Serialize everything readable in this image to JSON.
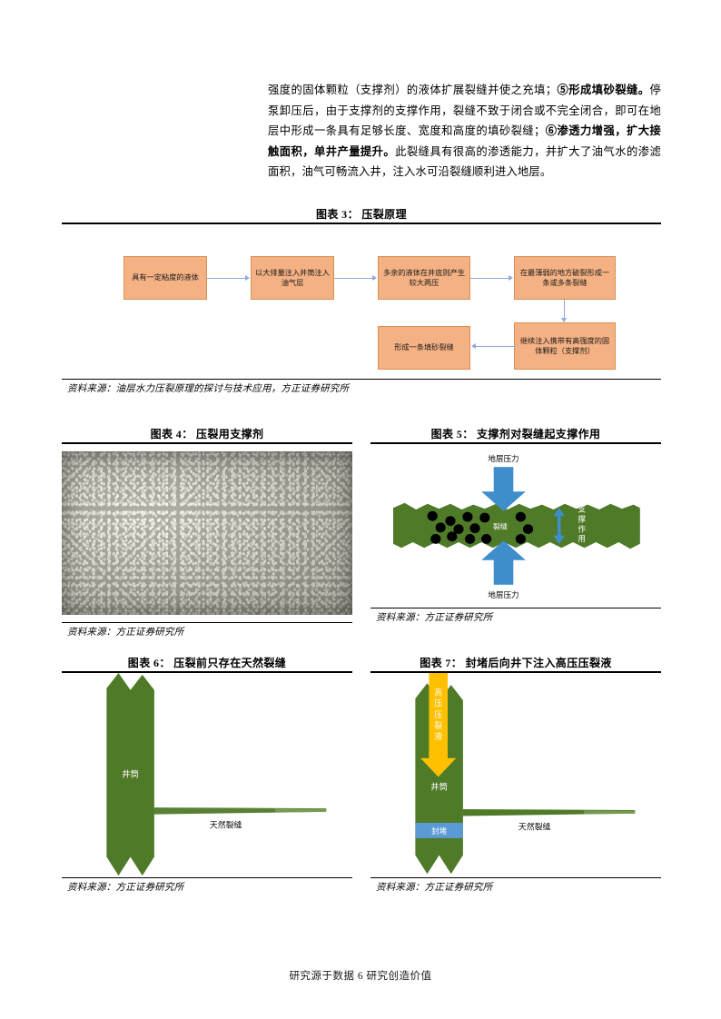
{
  "document": {
    "footer_text": "研究源于数据 6 研究创造价值",
    "page_number": "6"
  },
  "body": {
    "paragraph_html": "强度的固体颗粒（支撑剂）的液体扩展裂缝并使之充填；<b>⑤形成填砂裂缝。</b>停泵卸压后，由于支撑剂的支撑作用，裂缝不致于闭合或不完全闭合，即可在地层中形成一条具有足够长度、宽度和高度的填砂裂缝；<b>⑥渗透力增强，扩大接触面积，单井产量提升。</b>此裂缝具有很高的渗透能力，并扩大了油气水的渗滤面积，油气可畅流入井，注入水可沿裂缝顺利进入地层。"
  },
  "figures": [
    {
      "id": "fig3",
      "caption": "图表 3：  压裂原理",
      "source": "资料来源：油层水力压裂原理的探讨与技术应用，方正证券研究所",
      "flowchart": {
        "box_fill": "#f4b183",
        "connector_color": "#8faadc",
        "boxes": [
          {
            "key": "b1",
            "text": "具有一定粘度的液体"
          },
          {
            "key": "b2",
            "text": "以大排量注入井筒注入油气层"
          },
          {
            "key": "b3",
            "text": "多余的液体在井底则产生较大两压"
          },
          {
            "key": "b4",
            "text": "在最薄弱的地方破裂形成一条或多条裂缝"
          },
          {
            "key": "b5",
            "text": "形成一条填砂裂缝"
          },
          {
            "key": "b6",
            "text": "继续注入携带有高强度的固体颗粒（支撑剂）"
          }
        ]
      }
    },
    {
      "id": "fig4",
      "caption": "图表 4：  压裂用支撑剂",
      "source": "资料来源：方正证券研究所",
      "image_name": "proppant-granules-photo"
    },
    {
      "id": "fig5",
      "caption": "图表 5：  支撑剂对裂缝起支撑作用",
      "source": "资料来源：方正证券研究所",
      "diagram": {
        "rock_color": "#4f7a28",
        "arrow_color": "#3e8ecc",
        "proppant_color": "#000000",
        "labels": {
          "top_pressure": "地层压力",
          "bottom_pressure": "地层压力",
          "fracture": "裂缝",
          "support": "支撑作用"
        }
      }
    },
    {
      "id": "fig6",
      "caption": "图表 6：  压裂前只存在天然裂缝",
      "source": "资料来源：方正证券研究所",
      "diagram": {
        "rock_color": "#4f7a28",
        "labels": {
          "wellbore": "井筒",
          "natural_fracture": "天然裂缝"
        }
      }
    },
    {
      "id": "fig7",
      "caption": "图表 7：  封堵后向井下注入高压压裂液",
      "source": "资料来源：方正证券研究所",
      "diagram": {
        "rock_color": "#4f7a28",
        "fluid_arrow_color": "#ffc000",
        "seal_color": "#5b9bd5",
        "labels": {
          "fluid": "高压压裂液",
          "wellbore": "井筒",
          "seal": "封堵",
          "natural_fracture": "天然裂缝"
        }
      }
    }
  ]
}
